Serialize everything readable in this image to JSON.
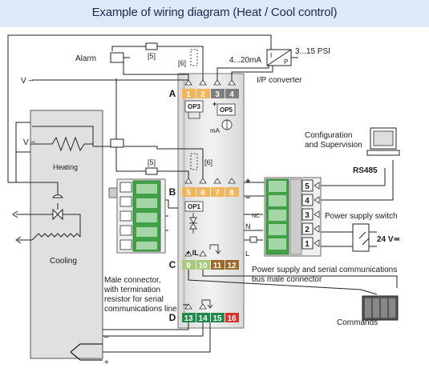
{
  "title": "Example of wiring diagram (Heat / Cool control)",
  "labels": {
    "alarm": "Alarm",
    "v_top": "V ~",
    "v_tank": "V ~",
    "heating": "Heating",
    "cooling": "Cooling",
    "ref5_top": "[5]",
    "ref6_top": "[6]",
    "ref5_mid": "[5]",
    "ref6_mid": "[6]",
    "current_range": "4...20mA",
    "psi_range": "3...15 PSI",
    "ip_converter": "I/P converter",
    "ip_box_i": "I",
    "ip_box_p": "P",
    "config": "Configuration",
    "supervision": "and Supervision",
    "rs485": "RS485",
    "power_switch": "Power supply switch",
    "voltage_24": "24 V≃",
    "bus_connector_1": "Power supply and serial communications",
    "bus_connector_2": "bus male connector",
    "male_connector_1": "Male connector,",
    "male_connector_2": "with termination",
    "male_connector_3": "resistor for serial",
    "male_connector_4": "communications line",
    "commands": "Commands",
    "op3": "OP3",
    "op5": "OP5",
    "op1": "OP1",
    "ma": "mA",
    "il": "+ IL",
    "nc": "NC",
    "n": "N",
    "l": "L",
    "plus_top": "+",
    "plus_mid": "+",
    "minus_mid": "–",
    "plus_bottom": "+",
    "minus_bottom": "–",
    "minus_d": "–",
    "plus_a": "+",
    "minus_a": "–"
  },
  "sections": [
    {
      "letter": "A",
      "terminals": [
        "1",
        "2",
        "3",
        "4"
      ]
    },
    {
      "letter": "B",
      "terminals": [
        "5",
        "6",
        "7",
        "8"
      ]
    },
    {
      "letter": "C",
      "terminals": [
        "9",
        "10",
        "11",
        "12"
      ]
    },
    {
      "letter": "D",
      "terminals": [
        "13",
        "14",
        "15",
        "16"
      ]
    }
  ],
  "right_connector": [
    "5",
    "4",
    "3",
    "2",
    "1"
  ],
  "colors": {
    "title_band": "#dce9f6",
    "title_text": "#1f2a55",
    "terminal_orange": "#f2b55a",
    "terminal_gray": "#7e7e7e",
    "terminal_light_green": "#a9c97e",
    "terminal_brown": "#9b6a2a",
    "terminal_green": "#1f8a4a",
    "terminal_red": "#d8312e",
    "connector_green": "#43a047",
    "module_gray": "#e6e6e6",
    "tank_gray": "#e0e0e0"
  }
}
